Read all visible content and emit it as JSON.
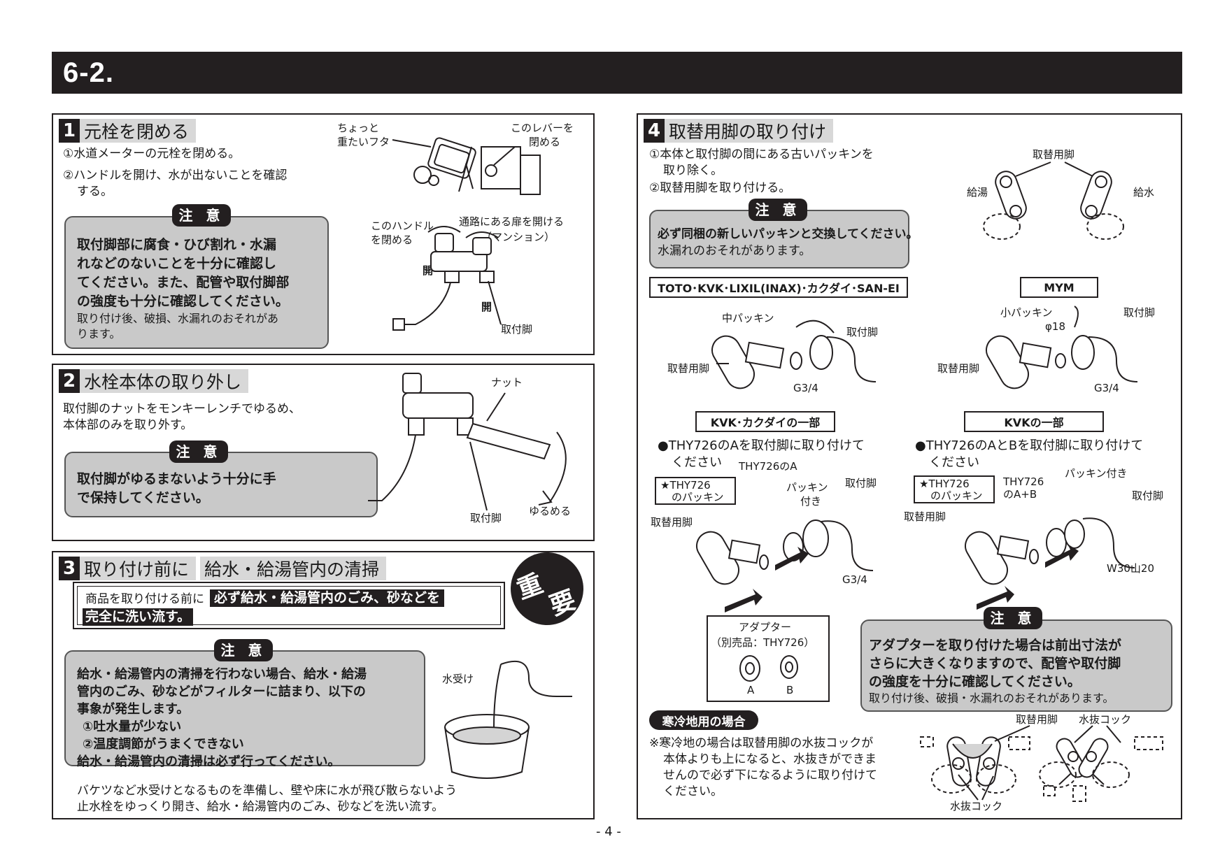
{
  "header": {
    "title": "6-2."
  },
  "page_number": "- 4 -",
  "s1": {
    "num": "1",
    "title": "元栓を閉める",
    "step1": "①水道メーターの元栓を閉める。",
    "step2a": "②ハンドルを開け、水が出ないことを確認",
    "step2b": "する。",
    "note_label": "注 意",
    "note_bold": [
      "取付脚部に腐食・ひび割れ・水漏",
      "れなどのないことを十分に確認し",
      "てください。また、配管や取付脚部",
      "の強度も十分に確認してください。"
    ],
    "note_normal": [
      "取り付け後、破損、水漏れのおそれがあ",
      "ります。"
    ],
    "labels": {
      "lid1": "ちょっと",
      "lid2": "重たいフタ",
      "lever1": "このレバーを",
      "lever2": "閉める",
      "handle1": "このハンドル",
      "handle2": "を閉める",
      "door1": "通路にある扉を開ける",
      "door2": "（マンション）",
      "open1": "開",
      "open2": "開",
      "leg": "取付脚"
    }
  },
  "s2": {
    "num": "2",
    "title": "水栓本体の取り外し",
    "body1": "取付脚のナットをモンキーレンチでゆるめ、",
    "body2": "本体部のみを取り外す。",
    "note_label": "注 意",
    "note_bold": [
      "取付脚がゆるまないよう十分に手",
      "で保持してください。"
    ],
    "labels": {
      "nut": "ナット",
      "leg": "取付脚",
      "loosen": "ゆるめる"
    }
  },
  "s3": {
    "num": "3",
    "title": "取り付け前に",
    "title2": "給水・給湯管内の清掃",
    "important1": "重",
    "important2": "要",
    "box_normal": "商品を取り付ける前に",
    "box_bold1": "必ず給水・給湯管内のごみ、砂などを",
    "box_bold2": "完全に洗い流す。",
    "note_label": "注 意",
    "note_lines": [
      "給水・給湯管内の清掃を行わない場合、給水・給湯",
      "管内のごみ、砂などがフィルターに詰まり、以下の",
      "事象が発生します。",
      "①吐水量が少ない",
      "②温度調節がうまくできない",
      "給水・給湯管内の清掃は必ず行ってください。"
    ],
    "water_label": "水受け",
    "body1": "バケツなど水受けとなるものを準備し、壁や床に水が飛び散らないよう",
    "body2": "止水栓をゆっくり開き、給水・給湯管内のごみ、砂などを洗い流す。"
  },
  "s4": {
    "num": "4",
    "title": "取替用脚の取り付け",
    "step1a": "①本体と取付脚の間にある古いパッキンを",
    "step1b": "取り除く。",
    "step2": "②取替用脚を取り付ける。",
    "note_label": "注 意",
    "note_bold": "必ず同梱の新しいパッキンと交換してください。",
    "note_normal": "水漏れのおそれがあります。",
    "top_labels": {
      "leg": "取替用脚",
      "hot": "給湯",
      "cold": "給水"
    },
    "box_toto": "TOTO･KVK･LIXIL(INAX)･カクダイ･SAN-EI",
    "box_mym": "MYM",
    "left_labels": {
      "mid_packing": "中パッキン",
      "leg": "取付脚",
      "repl_leg": "取替用脚",
      "g34": "G3/4"
    },
    "right_labels": {
      "small_packing": "小パッキン",
      "phi": "φ18",
      "leg": "取付脚",
      "repl_leg": "取替用脚",
      "g34": "G3/4"
    },
    "box_kvk_kakudai": "KVK･カクダイの一部",
    "box_kvk": "KVKの一部",
    "bullet_left1": "●THY726のAを取付脚に取り付けて",
    "bullet_left2": "ください",
    "bullet_right1": "●THY726のAとBを取付脚に取り付けて",
    "bullet_right2": "ください",
    "adapter_left": {
      "star1": "★THY726",
      "star2": "のパッキン",
      "a_label": "THY726のA",
      "packing1": "パッキン",
      "packing2": "付き",
      "leg": "取付脚",
      "repl_leg": "取替用脚",
      "g34": "G3/4"
    },
    "adapter_right": {
      "star1": "★THY726",
      "star2": "のパッキン",
      "ab1": "THY726",
      "ab2": "のA+B",
      "packing": "パッキン付き",
      "leg": "取付脚",
      "repl_leg": "取替用脚",
      "w30": "W30山20"
    },
    "adapter_box": {
      "title1": "アダプター",
      "title2": "（別売品：THY726）",
      "a": "A",
      "b": "B"
    },
    "caution_label": "注 意",
    "caution_bold": [
      "アダプターを取り付けた場合は前出寸法が",
      "さらに大きくなりますので、配管や取付脚",
      "の強度を十分に確認してください。"
    ],
    "caution_normal": "取り付け後、破損・水漏れのおそれがあります。",
    "cold_pill": "寒冷地用の場合",
    "cold_text": [
      "※寒冷地の場合は取替用脚の水抜コックが",
      "本体よりも上になると、水抜きができま",
      "せんので必ず下になるように取り付けて",
      "ください。"
    ],
    "cold_labels": {
      "repl_leg": "取替用脚",
      "drain": "水抜コック",
      "drain_bottom": "水抜コック"
    }
  }
}
